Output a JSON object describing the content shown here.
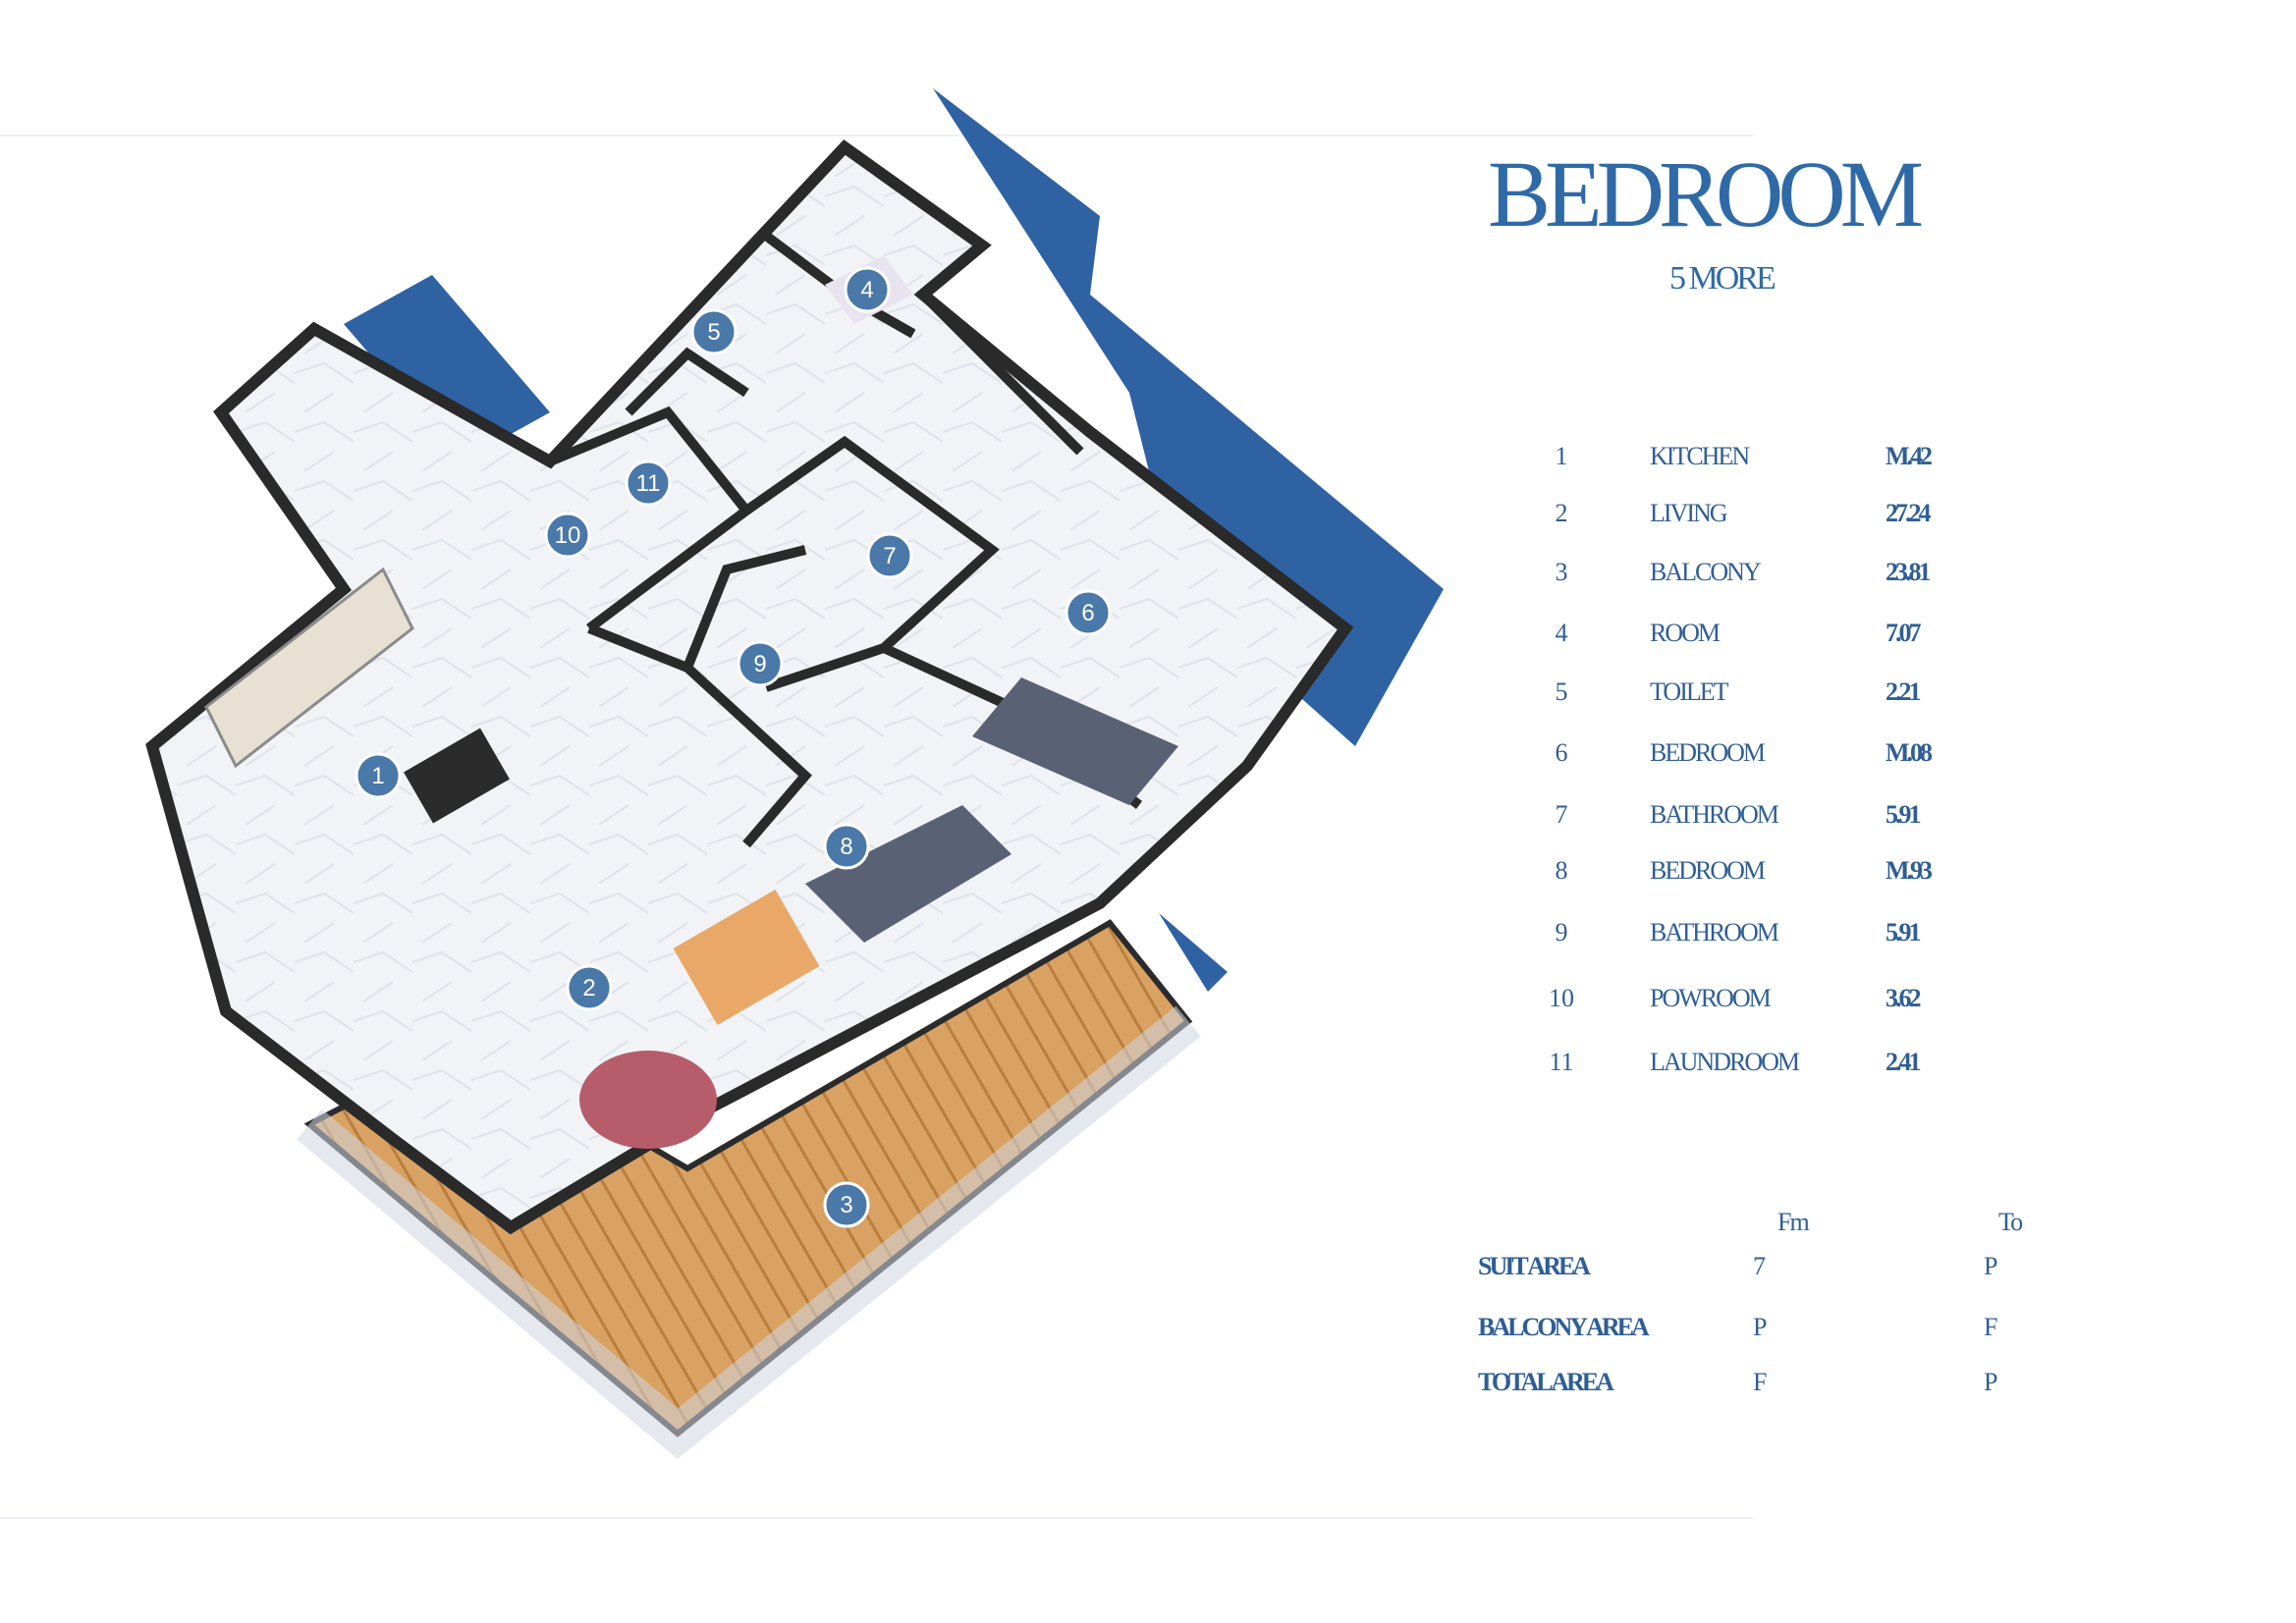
{
  "header": {
    "title": "BEDROOM",
    "subtitle": "5 MORE"
  },
  "rooms": [
    {
      "num": "1",
      "name": "KITCHEN",
      "area": "M.42"
    },
    {
      "num": "2",
      "name": "LIVING",
      "area": "27.24"
    },
    {
      "num": "3",
      "name": "BALCONY",
      "area": "23.81"
    },
    {
      "num": "4",
      "name": "ROOM",
      "area": "7.07"
    },
    {
      "num": "5",
      "name": "TOILET",
      "area": "2.21"
    },
    {
      "num": "6",
      "name": "BEDROOM",
      "area": "M.08"
    },
    {
      "num": "7",
      "name": "BATHROOM",
      "area": "5.91"
    },
    {
      "num": "8",
      "name": "BEDROOM",
      "area": "M.93"
    },
    {
      "num": "9",
      "name": "BATHROOM",
      "area": "5.91"
    },
    {
      "num": "10",
      "name": "POWROOM",
      "area": "3.62"
    },
    {
      "num": "11",
      "name": "LAUNDROOM",
      "area": "2.41"
    }
  ],
  "areas": {
    "col1": "Fm",
    "col2": "To",
    "rows": [
      {
        "label": "SUIT AREA",
        "v1": "7",
        "v2": "P"
      },
      {
        "label": "BALCONY AREA",
        "v1": "P",
        "v2": "F"
      },
      {
        "label": "TOTAL AREA",
        "v1": "F",
        "v2": "P"
      }
    ]
  },
  "colors": {
    "accent": "#2f6aa6",
    "marker": "#4a78a8",
    "deck": "#d49a5a",
    "wall": "#2a2a2a"
  }
}
